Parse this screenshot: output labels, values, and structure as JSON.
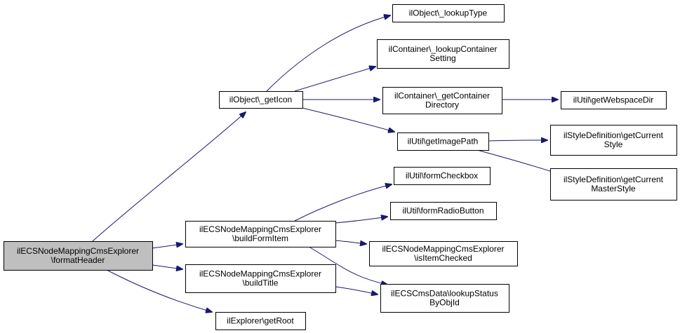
{
  "graph": {
    "nodes": [
      {
        "id": "formatHeader",
        "lines": [
          "ilECSNodeMappingCmsExplorer",
          "\\formatHeader"
        ],
        "root": true
      },
      {
        "id": "getIcon",
        "lines": [
          "ilObject\\_getIcon"
        ]
      },
      {
        "id": "buildFormItem",
        "lines": [
          "ilECSNodeMappingCmsExplorer",
          "\\buildFormItem"
        ]
      },
      {
        "id": "buildTitle",
        "lines": [
          "ilECSNodeMappingCmsExplorer",
          "\\buildTitle"
        ]
      },
      {
        "id": "getRoot",
        "lines": [
          "ilExplorer\\getRoot"
        ]
      },
      {
        "id": "lookupType",
        "lines": [
          "ilObject\\_lookupType"
        ]
      },
      {
        "id": "lookupContainerSetting",
        "lines": [
          "ilContainer\\_lookupContainer",
          "Setting"
        ]
      },
      {
        "id": "getContainerDirectory",
        "lines": [
          "ilContainer\\_getContainer",
          "Directory"
        ]
      },
      {
        "id": "getImagePath",
        "lines": [
          "ilUtil\\getImagePath"
        ]
      },
      {
        "id": "formCheckbox",
        "lines": [
          "ilUtil\\formCheckbox"
        ]
      },
      {
        "id": "formRadioButton",
        "lines": [
          "ilUtil\\formRadioButton"
        ]
      },
      {
        "id": "isItemChecked",
        "lines": [
          "ilECSNodeMappingCmsExplorer",
          "\\isItemChecked"
        ]
      },
      {
        "id": "lookupStatusByObjId",
        "lines": [
          "ilECSCmsData\\lookupStatus",
          "ByObjId"
        ]
      },
      {
        "id": "getWebspaceDir",
        "lines": [
          "ilUtil\\getWebspaceDir"
        ]
      },
      {
        "id": "getCurrentStyle",
        "lines": [
          "ilStyleDefinition\\getCurrent",
          "Style"
        ]
      },
      {
        "id": "getCurrentMasterStyle",
        "lines": [
          "ilStyleDefinition\\getCurrent",
          "MasterStyle"
        ]
      }
    ],
    "edges": [
      {
        "from": "formatHeader",
        "to": "getIcon"
      },
      {
        "from": "formatHeader",
        "to": "buildFormItem"
      },
      {
        "from": "formatHeader",
        "to": "buildTitle"
      },
      {
        "from": "formatHeader",
        "to": "getRoot"
      },
      {
        "from": "getIcon",
        "to": "lookupType"
      },
      {
        "from": "getIcon",
        "to": "lookupContainerSetting"
      },
      {
        "from": "getIcon",
        "to": "getContainerDirectory"
      },
      {
        "from": "getIcon",
        "to": "getImagePath"
      },
      {
        "from": "getContainerDirectory",
        "to": "getWebspaceDir"
      },
      {
        "from": "getImagePath",
        "to": "getCurrentStyle"
      },
      {
        "from": "getImagePath",
        "to": "getCurrentMasterStyle"
      },
      {
        "from": "buildFormItem",
        "to": "formCheckbox"
      },
      {
        "from": "buildFormItem",
        "to": "formRadioButton"
      },
      {
        "from": "buildFormItem",
        "to": "isItemChecked"
      },
      {
        "from": "buildFormItem",
        "to": "lookupStatusByObjId"
      },
      {
        "from": "buildTitle",
        "to": "lookupStatusByObjId"
      }
    ]
  }
}
